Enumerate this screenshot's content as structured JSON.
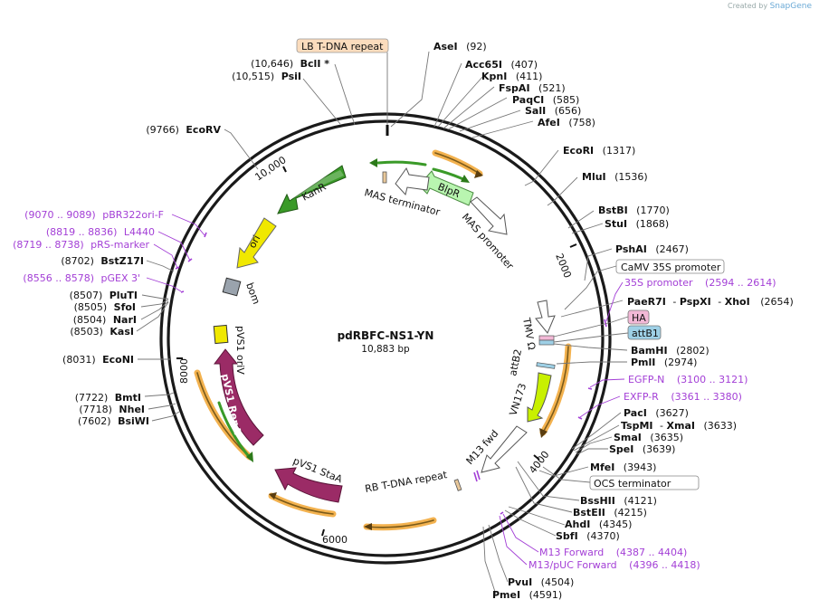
{
  "header": {
    "created_by": "Created by",
    "app": "SnapGene"
  },
  "plasmid": {
    "name": "pdRBFC-NS1-YN",
    "size": "10,883 bp"
  },
  "sites": [
    {
      "id": "asei",
      "name": "AseI",
      "pos": "(92)"
    },
    {
      "id": "acc65i",
      "name": "Acc65I",
      "pos": "(407)"
    },
    {
      "id": "kpni",
      "name": "KpnI",
      "pos": "(411)"
    },
    {
      "id": "fspai",
      "name": "FspAI",
      "pos": "(521)"
    },
    {
      "id": "paqci",
      "name": "PaqCI",
      "pos": "(585)"
    },
    {
      "id": "sali",
      "name": "SalI",
      "pos": "(656)"
    },
    {
      "id": "afei",
      "name": "AfeI",
      "pos": "(758)"
    },
    {
      "id": "ecori",
      "name": "EcoRI",
      "pos": "(1317)"
    },
    {
      "id": "mlui",
      "name": "MluI",
      "pos": "(1536)"
    },
    {
      "id": "bstbi",
      "name": "BstBI",
      "pos": "(1770)"
    },
    {
      "id": "stui",
      "name": "StuI",
      "pos": "(1868)"
    },
    {
      "id": "pshai",
      "name": "PshAI",
      "pos": "(2467)"
    },
    {
      "id": "paer7i",
      "name": "PaeR7I",
      "sep1": "-",
      "name2": "PspXI",
      "sep2": "-",
      "name3": "XhoI",
      "pos": "(2654)"
    },
    {
      "id": "bamhi",
      "name": "BamHI",
      "pos": "(2802)"
    },
    {
      "id": "pmli",
      "name": "PmlI",
      "pos": "(2974)"
    },
    {
      "id": "paci",
      "name": "PacI",
      "pos": "(3627)"
    },
    {
      "id": "tspmi",
      "name": "TspMI",
      "sep1": "-",
      "name2": "XmaI",
      "pos": "(3633)"
    },
    {
      "id": "smai",
      "name": "SmaI",
      "pos": "(3635)"
    },
    {
      "id": "spei",
      "name": "SpeI",
      "pos": "(3639)"
    },
    {
      "id": "mfei",
      "name": "MfeI",
      "pos": "(3943)"
    },
    {
      "id": "bsshii",
      "name": "BssHII",
      "pos": "(4121)"
    },
    {
      "id": "bsteii",
      "name": "BstEII",
      "pos": "(4215)"
    },
    {
      "id": "ahdi",
      "name": "AhdI",
      "pos": "(4345)"
    },
    {
      "id": "sbfi",
      "name": "SbfI",
      "pos": "(4370)"
    },
    {
      "id": "pvui",
      "name": "PvuI",
      "pos": "(4504)"
    },
    {
      "id": "pmei",
      "name": "PmeI",
      "pos": "(4591)"
    },
    {
      "id": "bsiwi",
      "name": "BsiWI",
      "pos": "(7602)"
    },
    {
      "id": "nhei",
      "name": "NheI",
      "pos": "(7718)"
    },
    {
      "id": "bmti",
      "name": "BmtI",
      "pos": "(7722)"
    },
    {
      "id": "econi",
      "name": "EcoNI",
      "pos": "(8031)"
    },
    {
      "id": "kasi",
      "name": "KasI",
      "pos": "(8503)"
    },
    {
      "id": "nari",
      "name": "NarI",
      "pos": "(8504)"
    },
    {
      "id": "sfoi",
      "name": "SfoI",
      "pos": "(8505)"
    },
    {
      "id": "pluti",
      "name": "PluTI",
      "pos": "(8507)"
    },
    {
      "id": "bstz17i",
      "name": "BstZ17I",
      "pos": "(8702)"
    },
    {
      "id": "ecorv",
      "name": "EcoRV",
      "pos": "(9766)"
    },
    {
      "id": "psii",
      "name": "PsiI",
      "pos": "(10,515)"
    },
    {
      "id": "bcli",
      "name": "BclI *",
      "pos": "(10,646)"
    }
  ],
  "primers": [
    {
      "id": "pbr322",
      "name": "pBR322ori-F",
      "range": "(9070 .. 9089)"
    },
    {
      "id": "l4440",
      "name": "L4440",
      "range": "(8819 .. 8836)"
    },
    {
      "id": "prs",
      "name": "pRS-marker",
      "range": "(8719 .. 8738)"
    },
    {
      "id": "pgex3",
      "name": "pGEX 3'",
      "range": "(8556 .. 8578)"
    },
    {
      "id": "p35s",
      "name": "35S promoter",
      "range": "(2594 .. 2614)"
    },
    {
      "id": "egfpn",
      "name": "EGFP-N",
      "range": "(3100 .. 3121)"
    },
    {
      "id": "exfpr",
      "name": "EXFP-R",
      "range": "(3361 .. 3380)"
    },
    {
      "id": "m13fwd",
      "name": "M13 Forward",
      "range": "(4387 .. 4404)"
    },
    {
      "id": "m13puc",
      "name": "M13/pUC Forward",
      "range": "(4396 .. 4418)"
    }
  ],
  "boxed": {
    "lb": "LB T-DNA repeat",
    "camv": "CaMV 35S promoter",
    "ha": "HA",
    "attb1": "attB1",
    "ocs": "OCS terminator"
  },
  "features": {
    "kanr": "KanR",
    "ori": "ori",
    "bom": "bom",
    "pvs1_oriv": "pVS1 oriV",
    "pvs1_repa": "pVS1 RepA",
    "pvs1_staa": "pVS1 StaA",
    "blpr": "BlpR",
    "mas_term": "MAS terminator",
    "mas_prom": "MAS promoter",
    "tmv": "TMV Ω",
    "attb2": "attB2",
    "vn173": "VN173",
    "m13fwd": "M13 fwd",
    "rb": "RB T-DNA repeat"
  },
  "ticks": [
    "2000",
    "4000",
    "6000",
    "8000",
    "10,000"
  ],
  "colors": {
    "backbone": "#1a1a1a",
    "kanr": "#3a9a28",
    "ori": "#f0e800",
    "repa": "#9b2b66",
    "blpr": "#b9f5b0",
    "vn173": "#c8f000",
    "orange": "#f3b24f",
    "primer": "#a33fd6",
    "ha": "#f2b8d6",
    "attb": "#9ed0e6",
    "lb": "#fbdcbd"
  }
}
